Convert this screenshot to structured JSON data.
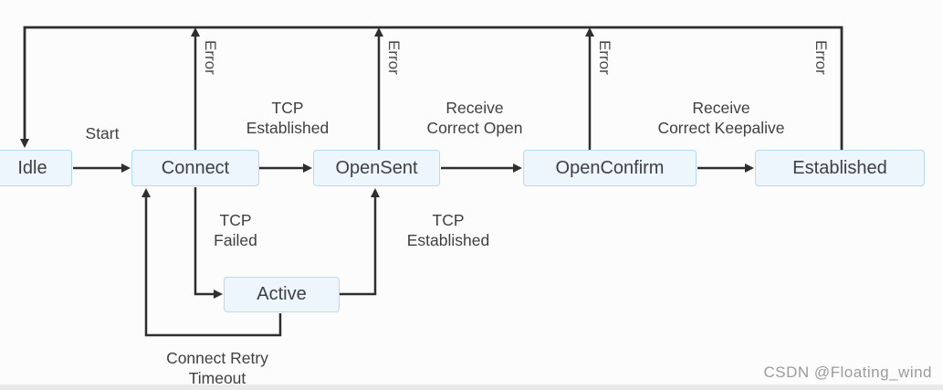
{
  "states": {
    "idle": "Idle",
    "connect": "Connect",
    "opensent": "OpenSent",
    "openconfirm": "OpenConfirm",
    "established": "Established",
    "active": "Active"
  },
  "transitions": {
    "start": "Start",
    "tcp_established_upper": "TCP\nEstablished",
    "receive_correct_open": "Receive\nCorrect Open",
    "receive_correct_keepalive": "Receive\nCorrect Keepalive",
    "tcp_failed": "TCP\nFailed",
    "tcp_established_lower": "TCP\nEstablished",
    "connect_retry_timeout": "Connect Retry\nTimeout",
    "error": "Error"
  },
  "watermark": {
    "text": "CSDN @Floating_wind",
    "color": "#9b9b9b"
  },
  "colors": {
    "state_fill": "#ecf6fc",
    "state_border": "#b5dcee",
    "arrow_line": "#2e2e2e",
    "label_text": "#3f3f3f",
    "error_label_text": "#4a4a4a"
  }
}
